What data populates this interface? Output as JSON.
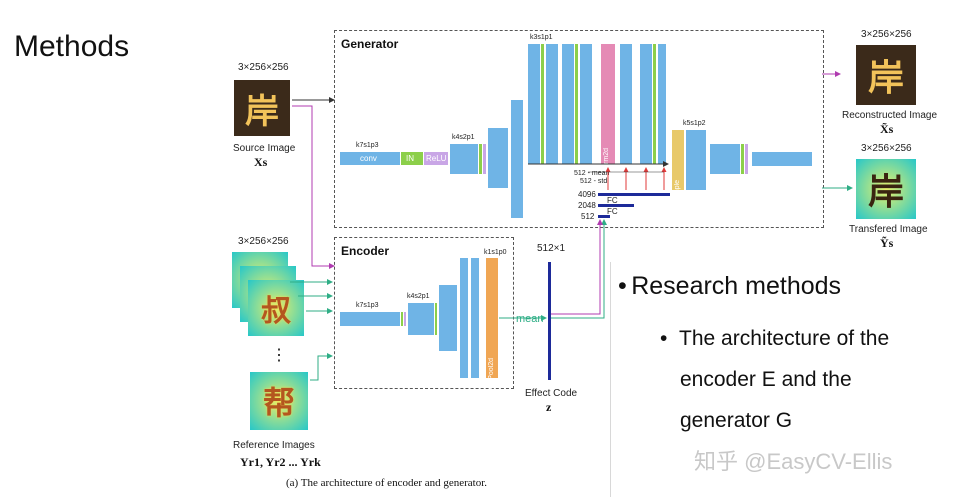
{
  "slide": {
    "title": "Methods",
    "watermark": "知乎 @EasyCV-Ellis",
    "bullet": "Research methods",
    "sub_bullet_lines": [
      "The architecture of the",
      "encoder E and the",
      "generator G"
    ]
  },
  "figure": {
    "caption": "(a) The architecture of encoder and generator.",
    "generator_label": "Generator",
    "encoder_label": "Encoder",
    "dim_source": "3×256×256",
    "dim_reference": "3×256×256",
    "dim_recon": "3×256×256",
    "dim_transfer": "3×256×256",
    "source_label": "Source Image",
    "source_sym": "Xs",
    "reference_label": "Reference Images",
    "reference_sym": "Yr1, Yr2 ... Yrk",
    "recon_label": "Reconstructed Image",
    "recon_sym": "X̃s",
    "transfer_label": "Transfered Image",
    "transfer_sym": "Ỹs",
    "effect_label": "Effect Code",
    "effect_sym": "z",
    "effect_dim": "512×1",
    "mean_label": "mean",
    "ellipsis": "⋮",
    "glyph_main": "岸",
    "glyph_ref1": "叔",
    "glyph_ref2": "帮",
    "gen_layers": {
      "conv": "conv",
      "in": "IN",
      "relu": "ReLU",
      "k7": "k7s1p3",
      "k4": "k4s2p1",
      "k3": "k3s1p1",
      "k5": "k5s1p2",
      "adain": "AdaptiveInstanceNorm2d",
      "upsample": "Upsample"
    },
    "enc_layers": {
      "k7": "k7s1p3",
      "k4": "k4s2p1",
      "k1": "k1s1p0",
      "pool": "AdaptiveAvgPool2d"
    },
    "fc": {
      "d4096": "4096",
      "d2048": "2048",
      "d512": "512",
      "fc1": "FC",
      "fc2": "FC",
      "mean": "512 - mean",
      "std": "512 - std"
    }
  },
  "colors": {
    "blue": "#6fb4e6",
    "green": "#8ccf4a",
    "pink": "#e58ab5",
    "lavender": "#c9a6e6",
    "orange": "#f0a654",
    "yellow": "#e8c96a",
    "navy": "#1d2a99",
    "purple_arrow": "#b03bb0",
    "teal_arrow": "#2fae86",
    "red_arrow": "#e03a3a"
  }
}
